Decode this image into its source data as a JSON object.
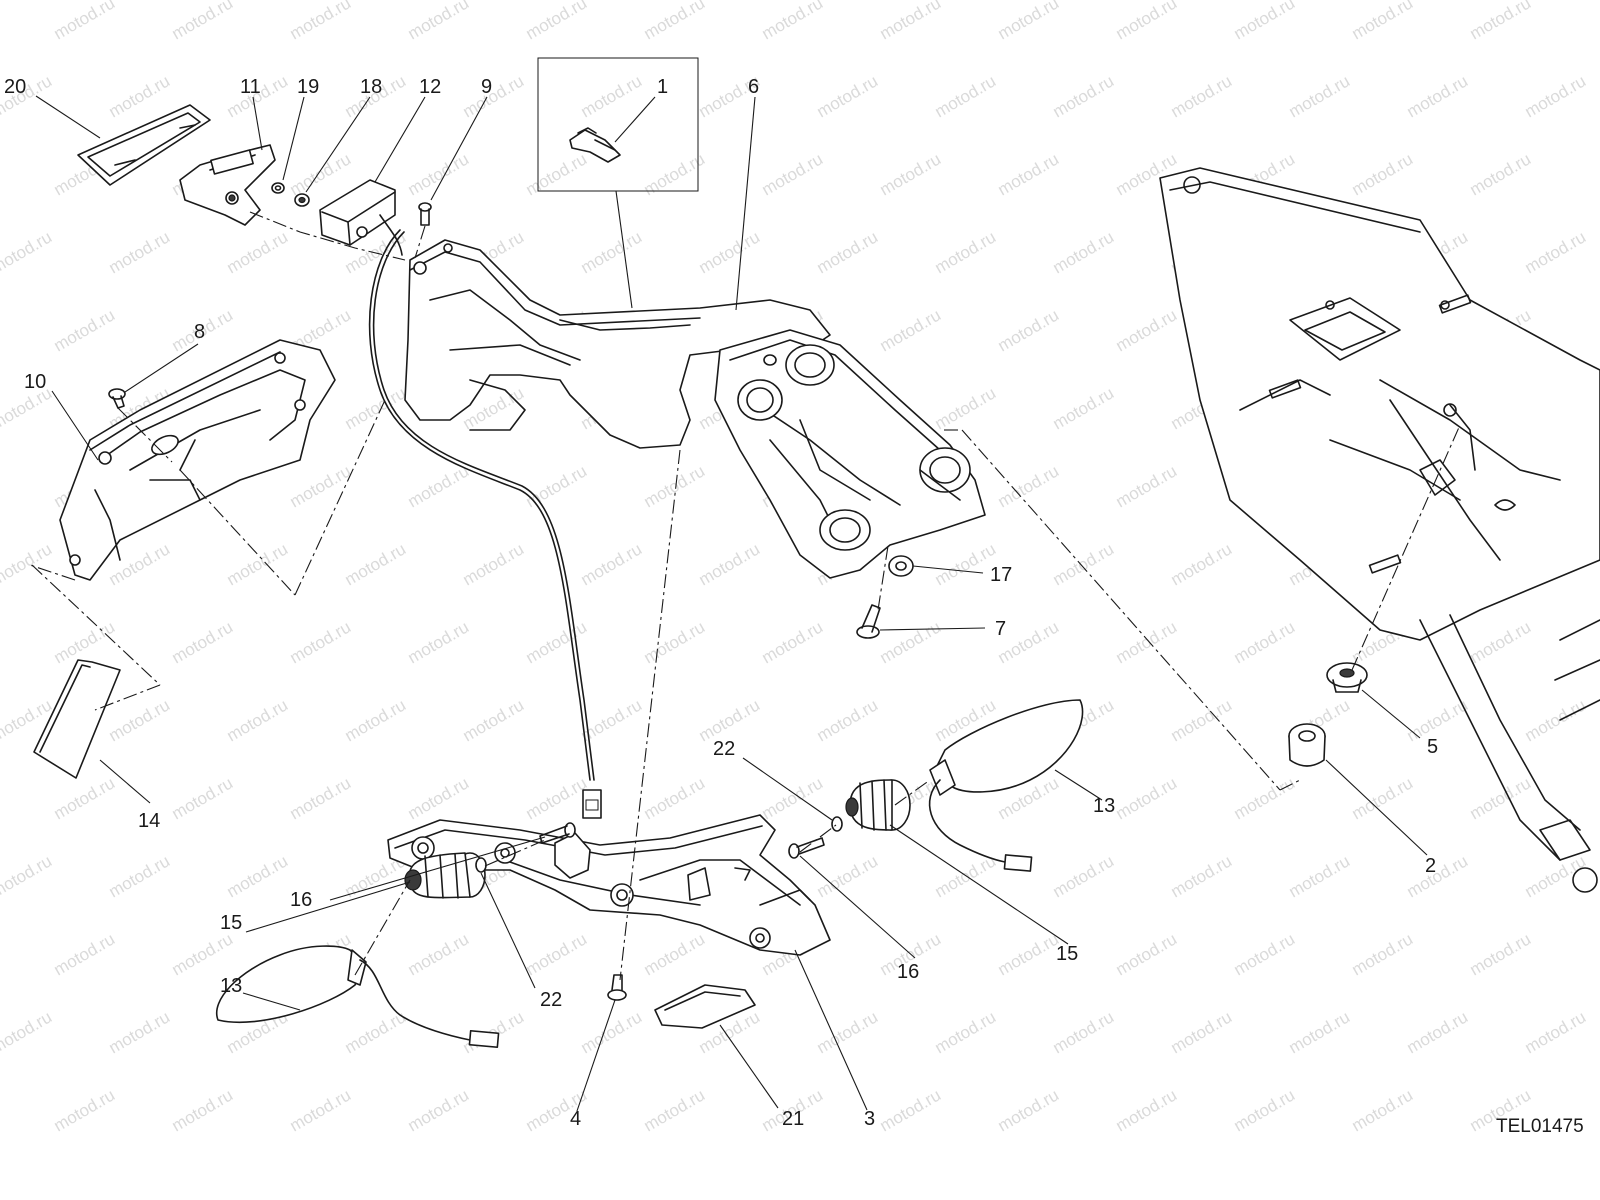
{
  "diagram": {
    "watermark": "motod.ru",
    "drawing_code": "TEL01475",
    "callouts": [
      {
        "id": "c20",
        "label": "20"
      },
      {
        "id": "c11",
        "label": "11"
      },
      {
        "id": "c19",
        "label": "19"
      },
      {
        "id": "c18",
        "label": "18"
      },
      {
        "id": "c12",
        "label": "12"
      },
      {
        "id": "c9",
        "label": "9"
      },
      {
        "id": "c1",
        "label": "1"
      },
      {
        "id": "c6",
        "label": "6"
      },
      {
        "id": "c8",
        "label": "8"
      },
      {
        "id": "c10",
        "label": "10"
      },
      {
        "id": "c17",
        "label": "17"
      },
      {
        "id": "c7",
        "label": "7"
      },
      {
        "id": "c14",
        "label": "14"
      },
      {
        "id": "c5",
        "label": "5"
      },
      {
        "id": "c2",
        "label": "2"
      },
      {
        "id": "c22a",
        "label": "22"
      },
      {
        "id": "c13a",
        "label": "13"
      },
      {
        "id": "c16a",
        "label": "16"
      },
      {
        "id": "c15a",
        "label": "15"
      },
      {
        "id": "c16b",
        "label": "16"
      },
      {
        "id": "c15b",
        "label": "15"
      },
      {
        "id": "c13b",
        "label": "13"
      },
      {
        "id": "c22b",
        "label": "22"
      },
      {
        "id": "c4",
        "label": "4"
      },
      {
        "id": "c21",
        "label": "21"
      },
      {
        "id": "c3",
        "label": "3"
      }
    ]
  }
}
